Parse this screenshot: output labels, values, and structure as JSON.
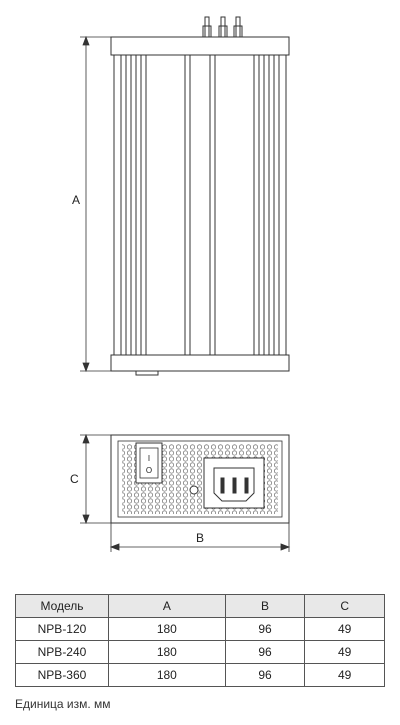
{
  "dimension_labels": {
    "a": "A",
    "b": "B",
    "c": "C"
  },
  "switch_markings": {
    "on": "I",
    "off": "O"
  },
  "table": {
    "headers": [
      "Модель",
      "A",
      "B",
      "C"
    ],
    "rows": [
      [
        "NPB-120",
        "180",
        "96",
        "49"
      ],
      [
        "NPB-240",
        "180",
        "96",
        "49"
      ],
      [
        "NPB-360",
        "180",
        "96",
        "49"
      ]
    ]
  },
  "units_note": "Единица изм. мм"
}
